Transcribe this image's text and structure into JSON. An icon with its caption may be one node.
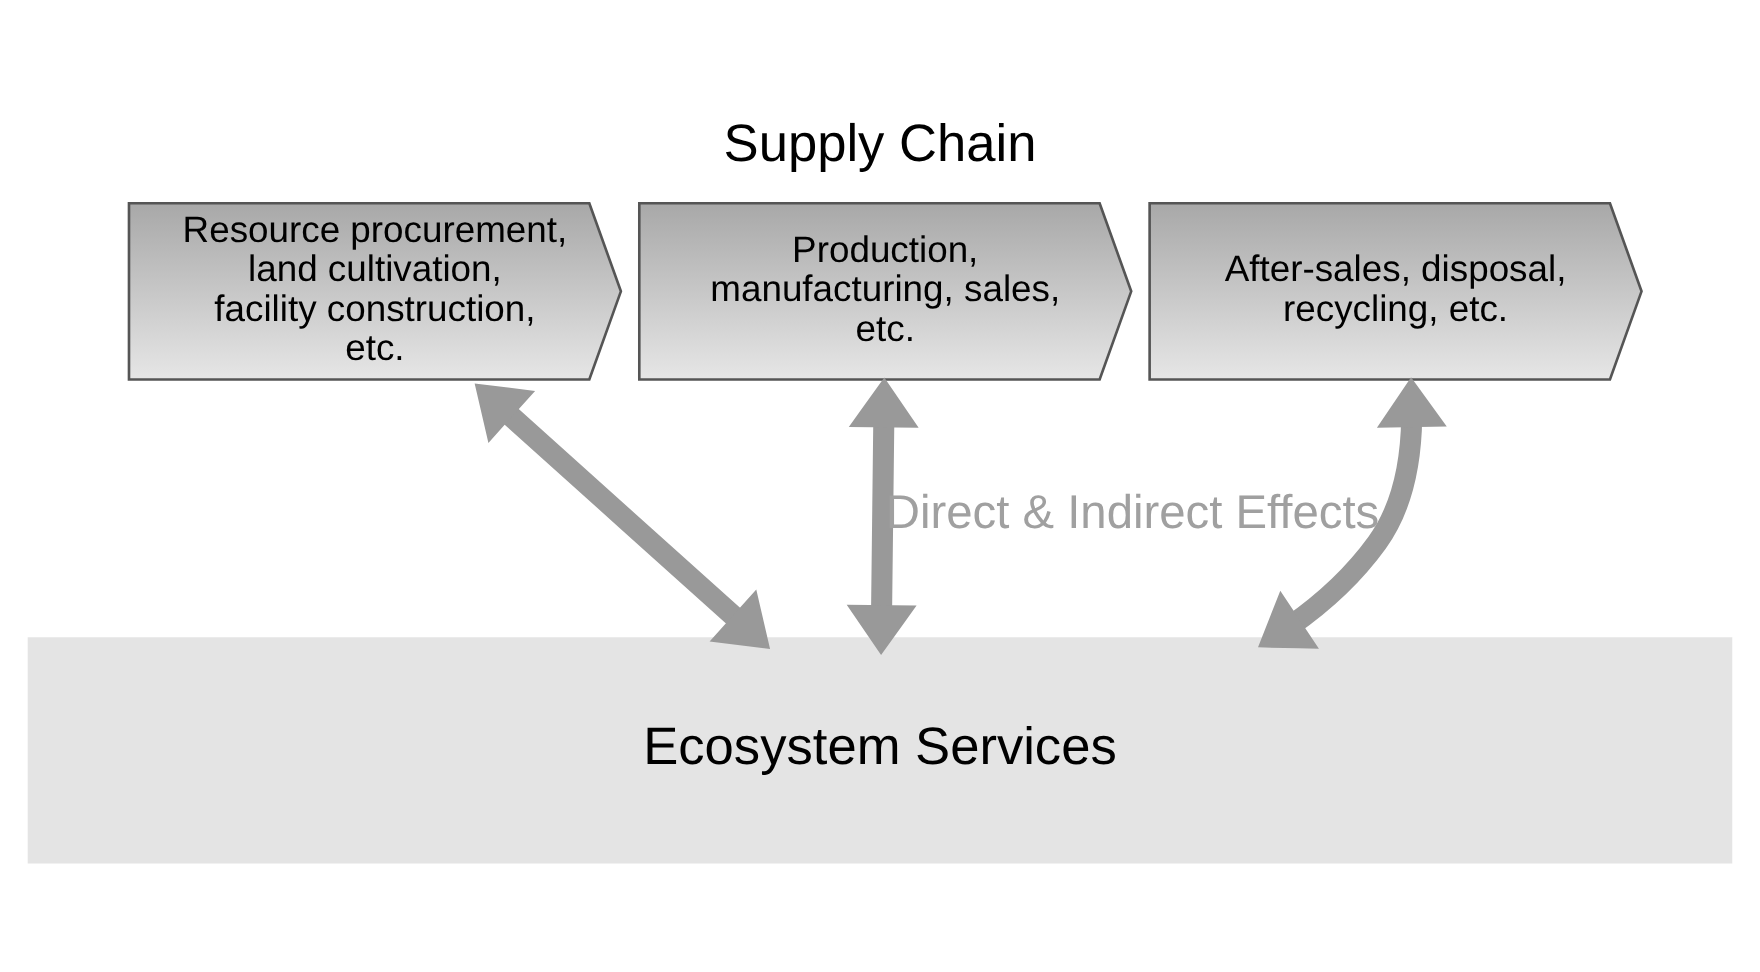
{
  "diagram": {
    "title": "Supply Chain",
    "nodes": [
      {
        "text": [
          "Resource procurement, land cultivation, facility construction, etc."
        ]
      },
      {
        "text": [
          "Production, manufacturing, sales, etc."
        ]
      },
      {
        "text": [
          "After-sales, disposal, recycling, etc."
        ]
      },
      {
        "text": [
          "Ecosystem Services"
        ]
      }
    ],
    "edges": [
      {
        "from": 0,
        "to": 3,
        "arrow": "both"
      },
      {
        "from": 1,
        "to": 3,
        "arrow": "both",
        "label": "Direct & Indirect Effects"
      },
      {
        "from": 2,
        "to": 3,
        "arrow": "both"
      }
    ]
  }
}
